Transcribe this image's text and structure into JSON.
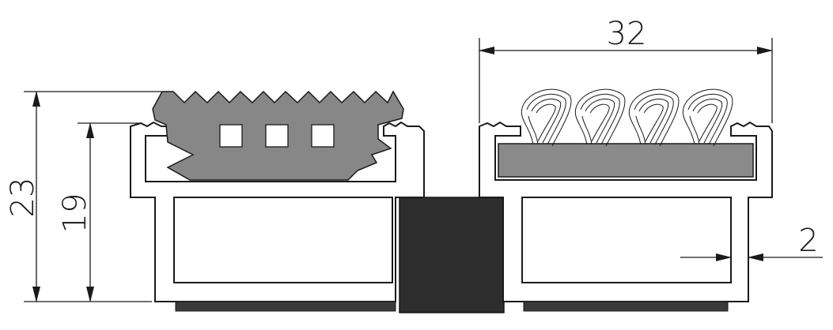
{
  "dimensions": {
    "width_top": "32",
    "height_total": "23",
    "height_inner": "19",
    "wall_thickness": "2"
  },
  "colors": {
    "rubber_insert": "#878787",
    "carpet_strip": "#8a8a8a",
    "connector": "#2d2d2d",
    "base_pad": "#3a3a3a",
    "outline": "#1a1a1a",
    "background": "#ffffff"
  }
}
